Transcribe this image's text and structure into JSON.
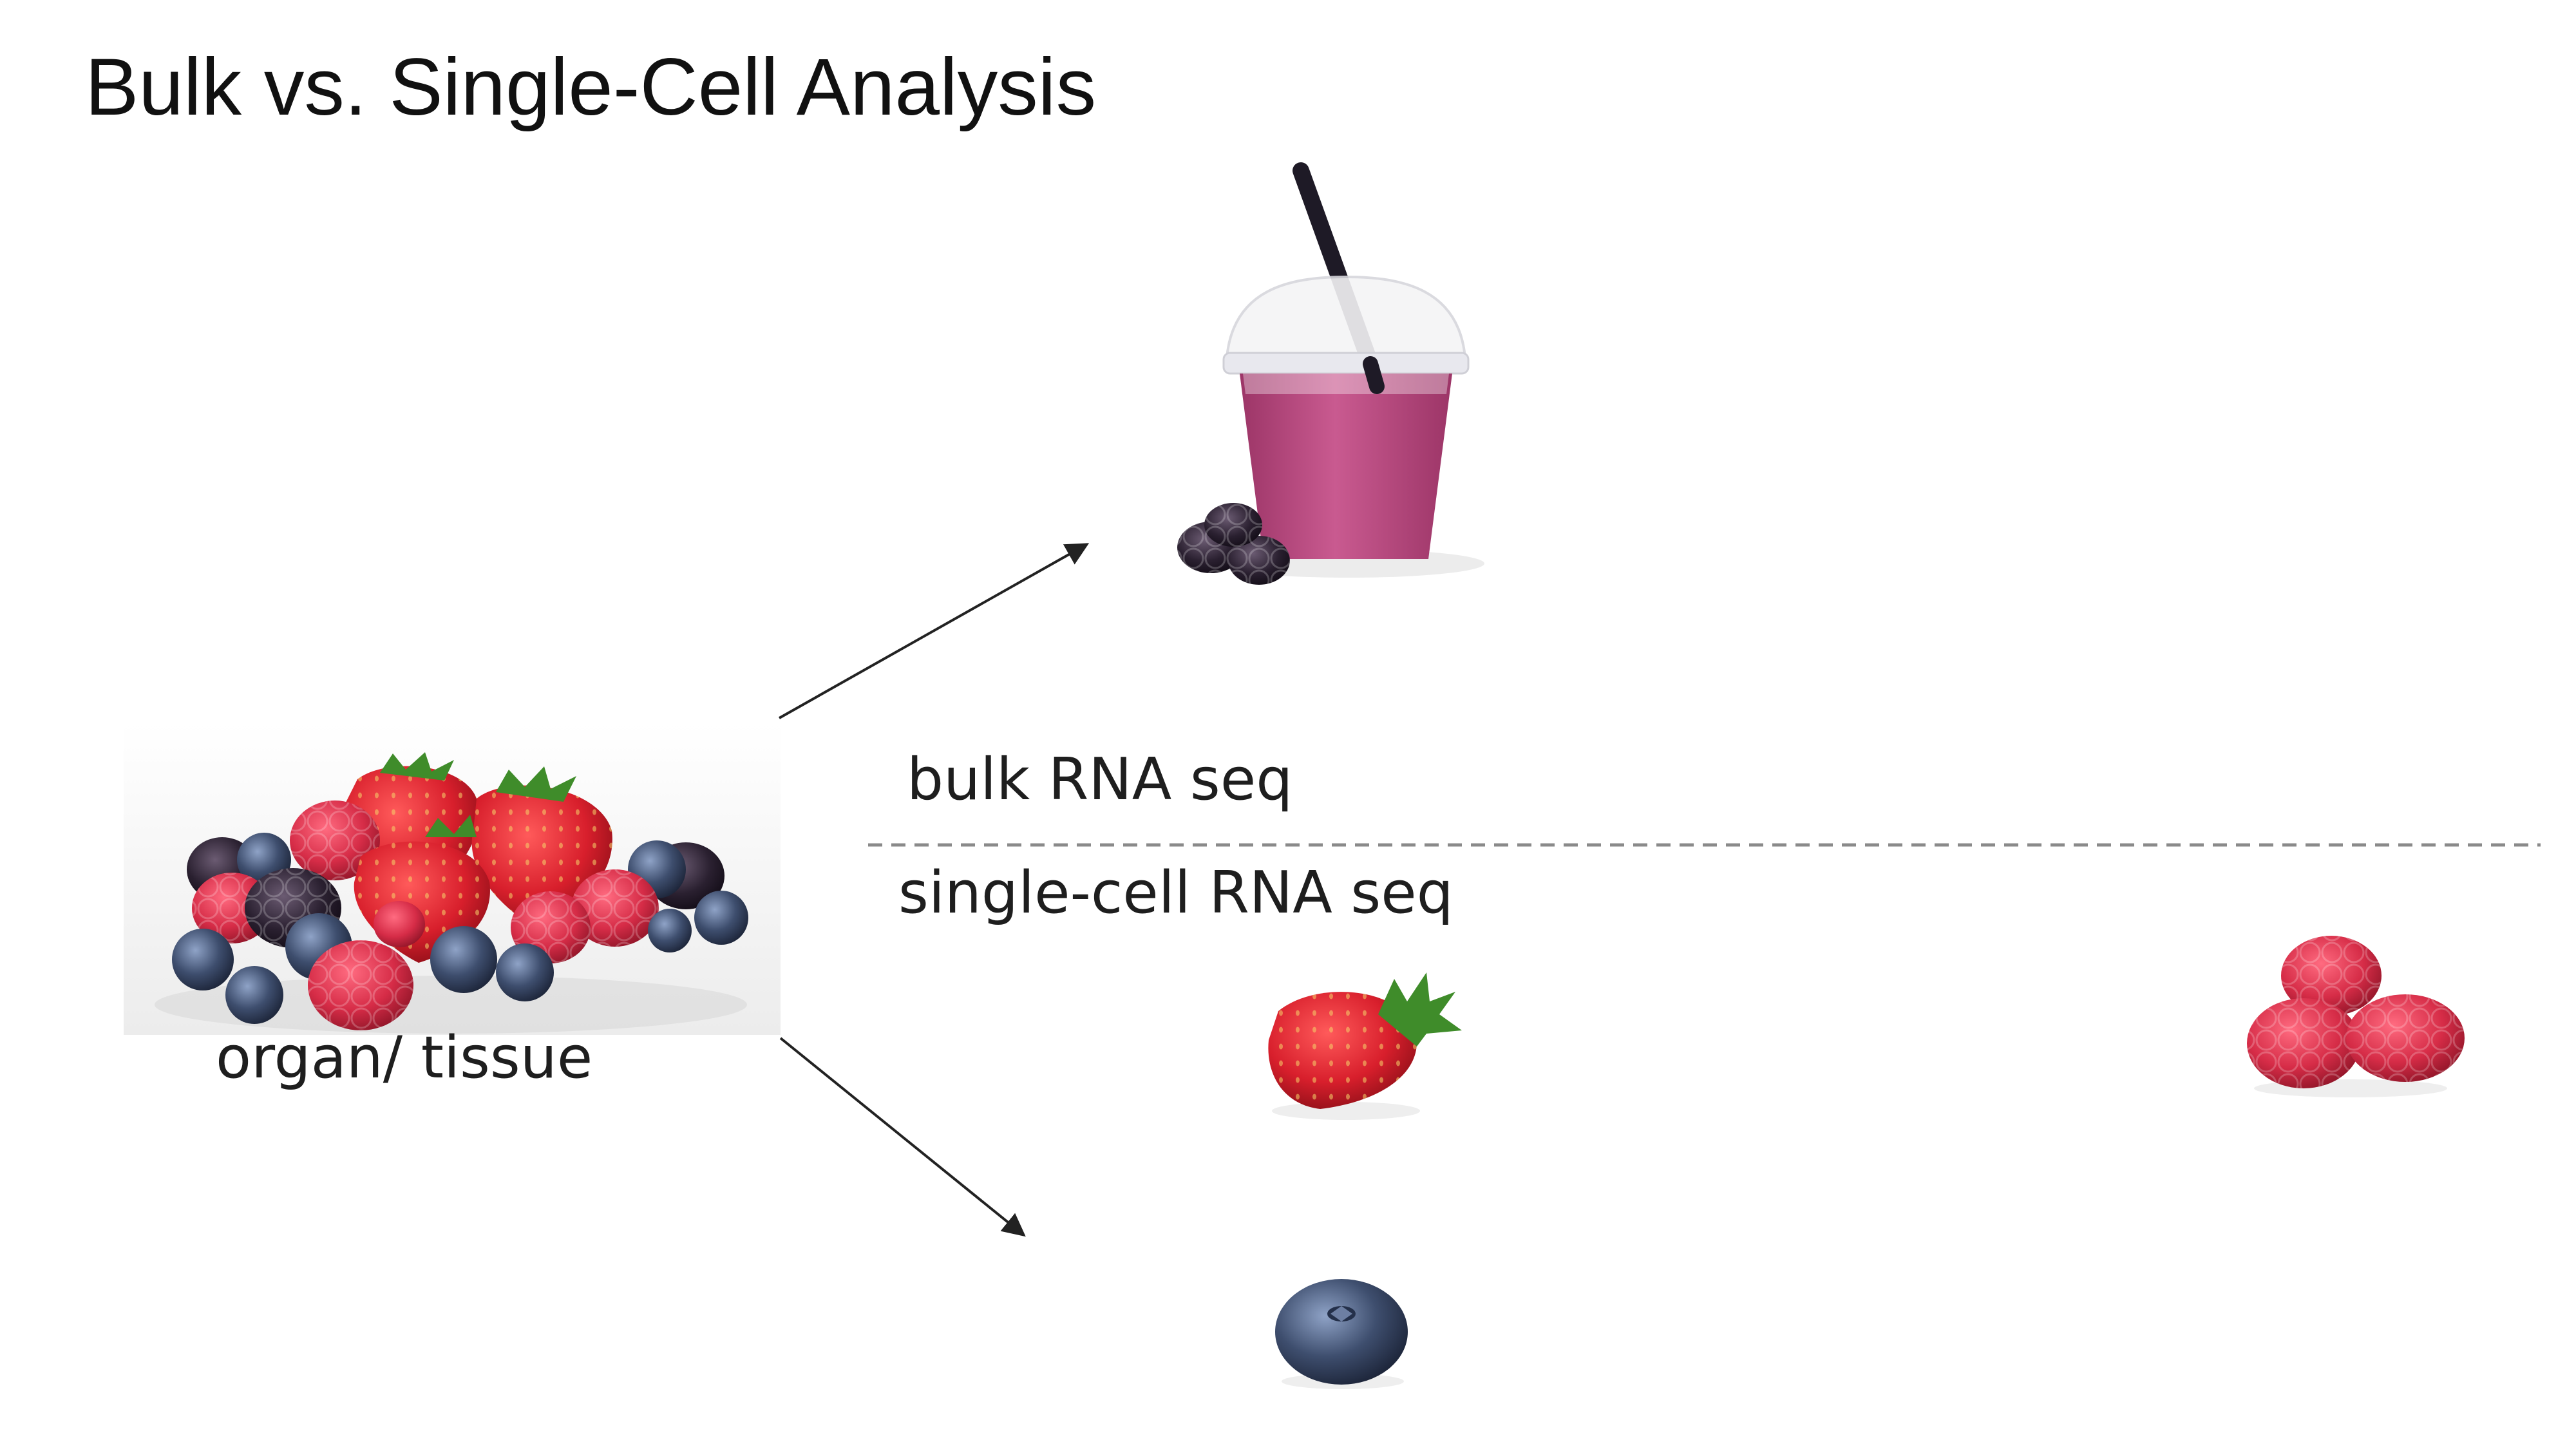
{
  "slide": {
    "title": "Bulk vs. Single-Cell Analysis"
  },
  "labels": {
    "bulk": "bulk RNA seq",
    "single_cell": "single-cell RNA seq",
    "source": "organ/ tissue"
  },
  "colors": {
    "strawberry": "#d81f2c",
    "raspberry": "#d62c47",
    "blackberry": "#2a2030",
    "blueberry": "#3e4e6e",
    "smoothie": "#b8497e",
    "leaf": "#3f8c2a",
    "arrow": "#222222",
    "divider": "#8a8a8a"
  },
  "icons": {
    "source": "berry-pile-image",
    "bulk_result": "smoothie-cup-image",
    "cell_1": "strawberry-image",
    "cell_2": "raspberry-cluster-image",
    "cell_3": "blueberry-image"
  }
}
